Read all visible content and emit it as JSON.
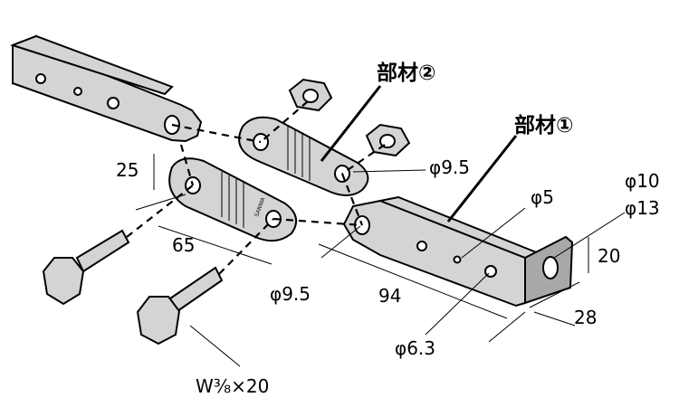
{
  "labels": {
    "part2": "部材②",
    "part1": "部材①",
    "phi95_upper": "φ9.5",
    "phi95_lower": "φ9.5",
    "dim25": "25",
    "dim65": "65",
    "phi5": "φ5",
    "phi10": "φ10",
    "phi13": "φ13",
    "dim20": "20",
    "dim94": "94",
    "dim28": "28",
    "phi63": "φ6.3",
    "bolt": "W⅜×20"
  },
  "plate_marking": "SANWA",
  "colors": {
    "metal": "#d4d4d4",
    "shade": "#a8a8a8",
    "line": "#000000"
  }
}
